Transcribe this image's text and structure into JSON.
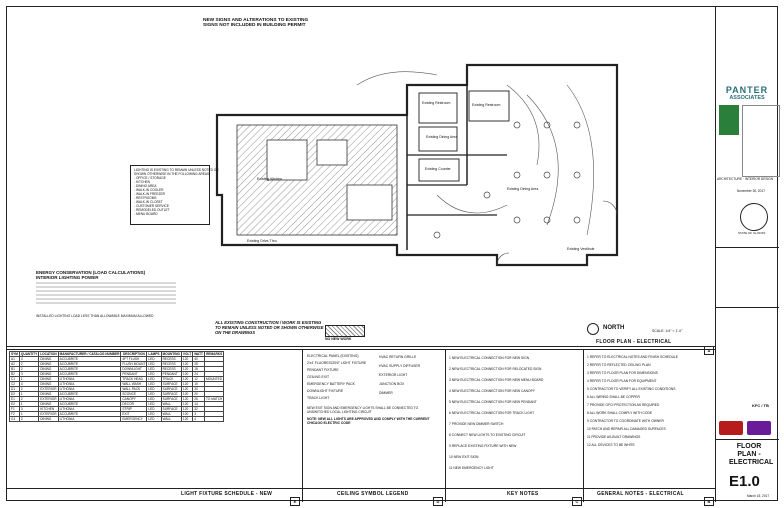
{
  "plan": {
    "banner_line1": "NEW SIGNS AND ALTERATIONS TO EXISTING",
    "banner_line2": "SIGNS NOT INCLUDED IN BUILDING PERMIT",
    "north_label": "NORTH",
    "scale_label": "SCALE: 1/4\" = 1'-0\"",
    "floor_plan_title": "FLOOR PLAN - ELECTRICAL",
    "floor_plan_tag": "A",
    "existing_note_line1": "ALL EXISTING CONSTRUCTION / WORK IS EXISTING",
    "existing_note_line2": "TO REMAIN UNLESS NOTED OR SHOWN OTHERWISE",
    "existing_note_line3": "ON THE DRAWINGS",
    "new_work_label": "NO NEW WORK",
    "room_labels": [
      "Existing Dining Area",
      "Existing Dining Area",
      "Existing Restroom",
      "Existing Restroom",
      "Existing Kitchen",
      "Existing Drive-Thru",
      "Existing Counter",
      "Existing Vestibule"
    ]
  },
  "lighting_calc": {
    "title_line1": "ENERGY CONSERVATION (LOAD CALCULATIONS)",
    "title_line2": "INTERIOR LIGHTING POWER",
    "footer": "INSTALLED LIGHTING LOAD LESS THAN ALLOWABLE MAXIMUM ALLOWED"
  },
  "lighting_note": {
    "lines": [
      "LIGHTING IS EXISTING TO REMAIN UNLESS NOTED OR",
      "SHOWN OTHERWISE IN THE FOLLOWING AREAS:",
      "- OFFICE / STORAGE",
      "- KITCHEN",
      "- DINING AREA",
      "- WALK-IN COOLER",
      "- WALK-IN FREEZER",
      "- RESTROOMS",
      "- WALK-IN CLOSET",
      "- CUSTOMER SERVICE",
      "- REMODELED OUTLET",
      "- MENU BOARD"
    ]
  },
  "schedule": {
    "title": "LIGHT FIXTURE SCHEDULE - NEW",
    "tag": "E",
    "headers": [
      "SYM",
      "QUANTITY",
      "LOCATION",
      "MANUFACTURER / CATALOG NUMBER",
      "DESCRIPTION",
      "LAMPS",
      "MOUNTING",
      "VOLT",
      "WATT",
      "REMARKS"
    ],
    "rows": [
      [
        "A1",
        "4",
        "DINING",
        "ACCUBRITE",
        "4FT FLUSH",
        "LED",
        "RECESS",
        "120",
        "40",
        ""
      ],
      [
        "A2",
        "2",
        "DINING",
        "ACCUBRITE",
        "FLUSH MOUNT",
        "LED",
        "RECESS",
        "120",
        "28",
        ""
      ],
      [
        "B1",
        "2",
        "DINING",
        "ACCUBRITE",
        "DOWNLIGHT",
        "LED",
        "RECESS",
        "120",
        "18",
        ""
      ],
      [
        "B2",
        "3",
        "DINING",
        "ACCUBRITE",
        "PENDANT",
        "LED",
        "PENDANT",
        "120",
        "24",
        ""
      ],
      [
        "C1",
        "1",
        "DINING",
        "LITHONIA",
        "TRACK HEAD",
        "LED",
        "TRACK",
        "120",
        "12",
        "MOUNTED"
      ],
      [
        "C2",
        "4",
        "DINING",
        "LITHONIA",
        "WALL WASH",
        "LED",
        "SURFACE",
        "120",
        "15",
        ""
      ],
      [
        "D1",
        "2",
        "EXTERIOR",
        "LITHONIA",
        "WALL PACK",
        "LED",
        "SURFACE",
        "120",
        "30",
        ""
      ],
      [
        "D2",
        "1",
        "DINING",
        "ACCUBRITE",
        "SCONCE",
        "LED",
        "SURFACE",
        "120",
        "20",
        ""
      ],
      [
        "E1",
        "2",
        "EXTERIOR",
        "LITHONIA",
        "CANOPY",
        "LED",
        "SURFACE",
        "120",
        "26",
        "TO MATCH"
      ],
      [
        "E2",
        "1",
        "DINING",
        "ACCUBRITE",
        "DECOR",
        "LED",
        "WALL",
        "120",
        "14",
        ""
      ],
      [
        "F1",
        "3",
        "KITCHEN",
        "LITHONIA",
        "STRIP",
        "LED",
        "SURFACE",
        "120",
        "32",
        ""
      ],
      [
        "F2",
        "1",
        "EXTERIOR",
        "ACCUBRITE",
        "EXIT",
        "LED",
        "WALL",
        "120",
        "3",
        ""
      ],
      [
        "G1",
        "2",
        "DINING",
        "LITHONIA",
        "EMERGENCY",
        "LED",
        "WALL",
        "120",
        "4",
        ""
      ]
    ]
  },
  "ceiling_legend": {
    "title": "CEILING SYMBOL LEGEND",
    "tag": "D",
    "items_left": [
      "ELECTRICAL PANEL (EXISTING)",
      "2'x4' FLUORESCENT LIGHT FIXTURE",
      "PENDANT FIXTURE",
      "CEILING EXIT",
      "EMERGENCY BATTERY PACK",
      "DOWNLIGHT FIXTURE",
      "TRACK LIGHT"
    ],
    "items_right": [
      "HVAC RETURN GRILLE",
      "HVAC SUPPLY DIFFUSER",
      "EXTERIOR LIGHT",
      "JUNCTION BOX",
      "DIMMER"
    ],
    "note1": "NEW EXIT SIGN AND EMERGENCY LIGHTS SHALL BE CONNECTED TO UNSWITCHED LOCAL LIGHTING CIRCUIT",
    "note2": "NOTE: NEW ALL LIGHTS ARE APPROVED AND COMPLY WITH THE CURRENT CHICAGO ELECTRIC CODE"
  },
  "key_notes": {
    "title": "KEY NOTES",
    "tag": "C",
    "lines": [
      "1 NEW ELECTRICAL CONNECTION FOR NEW SIGN",
      "2 NEW ELECTRICAL CONNECTION FOR RELOCATED SIGN",
      "3 NEW ELECTRICAL CONNECTION FOR NEW MENU BOARD",
      "4 NEW ELECTRICAL CONNECTION FOR NEW CANOPY",
      "5 NEW ELECTRICAL CONNECTION FOR NEW PENDANT",
      "6 NEW ELECTRICAL CONNECTION FOR TRACK LIGHT",
      "7 PROVIDE NEW DIMMER SWITCH",
      "8 CONNECT NEW LIGHTS TO EXISTING CIRCUIT",
      "9 REPLACE EXISTING FIXTURE WITH NEW",
      "10 NEW EXIT SIGN",
      "11 NEW EMERGENCY LIGHT"
    ]
  },
  "general_notes": {
    "title": "GENERAL NOTES - ELECTRICAL",
    "tag": "B",
    "lines": [
      "1 REFER TO ELECTRICAL NOTES AND FINISH SCHEDULE",
      "2 REFER TO REFLECTED CEILING PLAN",
      "3 REFER TO FLOOR PLAN FOR DIMENSIONS",
      "4 REFER TO FLOOR PLAN FOR EQUIPMENT",
      "5 CONTRACTOR TO VERIFY ALL EXISTING CONDITIONS",
      "6 ALL WIRING SHALL BE COPPER",
      "7 PROVIDE GFCI PROTECTION AS REQUIRED",
      "8 ALL WORK SHALL COMPLY WITH CODE",
      "9 CONTRACTOR TO COORDINATE WITH OWNER",
      "10 PATCH AND REPAIR ALL DAMAGED SURFACES",
      "11 PROVIDE AS-BUILT DRAWINGS",
      "12 ALL DEVICES TO BE WHITE"
    ]
  },
  "title_block": {
    "firm_name_line1": "PANTER",
    "firm_name_line2": "ASSOCIATES",
    "firm_sub": "ARCHITECTURE · INTERIOR DESIGN",
    "date_label": "November 30, 2017",
    "seal_text": "STATE OF ILLINOIS",
    "project_brand": "KFC / TB",
    "sheet_title_line1": "FLOOR",
    "sheet_title_line2": "PLAN -",
    "sheet_title_line3": "ELECTRICAL",
    "sheet_number": "E1.0",
    "sheet_date": "March 15, 2017"
  }
}
